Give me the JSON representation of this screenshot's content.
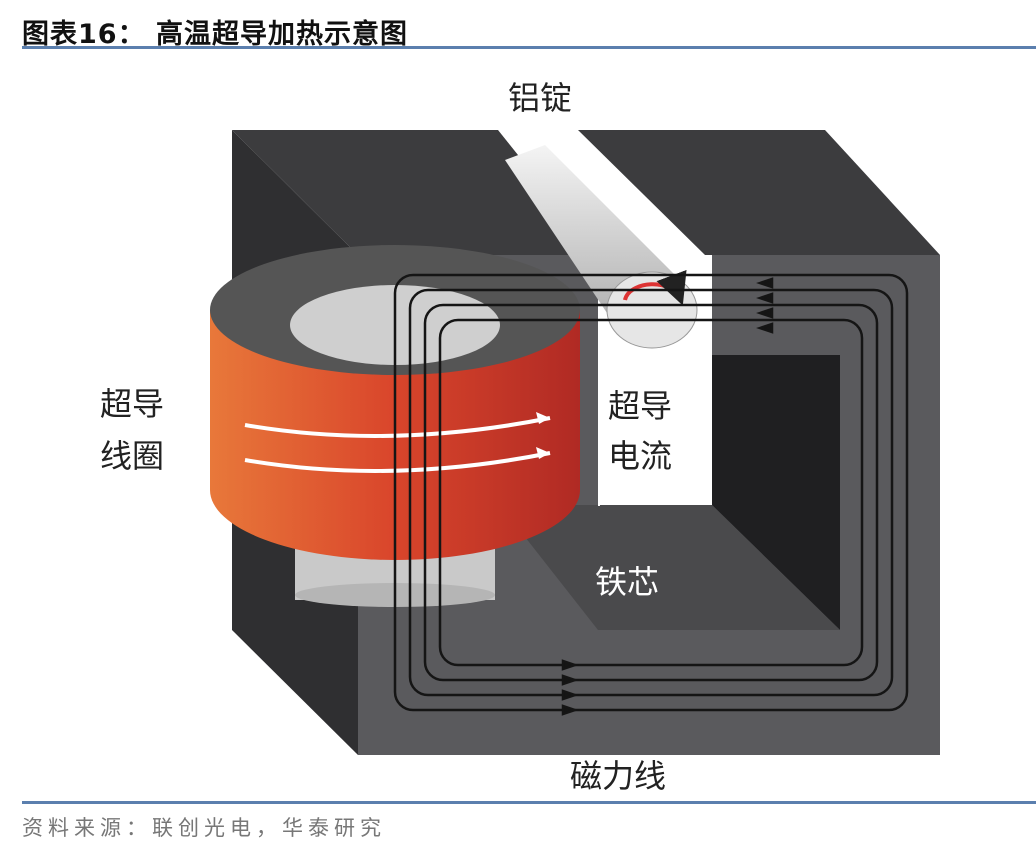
{
  "title": "图表16：  高温超导加热示意图",
  "source": "资料来源：联创光电，华泰研究",
  "labels": {
    "ingot": "铝锭",
    "coil_line1": "超导",
    "coil_line2": "线圈",
    "current_line1": "超导",
    "current_line2": "电流",
    "core": "铁芯",
    "field_lines": "磁力线"
  },
  "colors": {
    "accent": "#5b7fae",
    "coil": "#d9452b",
    "core": "#4a4a4d"
  }
}
